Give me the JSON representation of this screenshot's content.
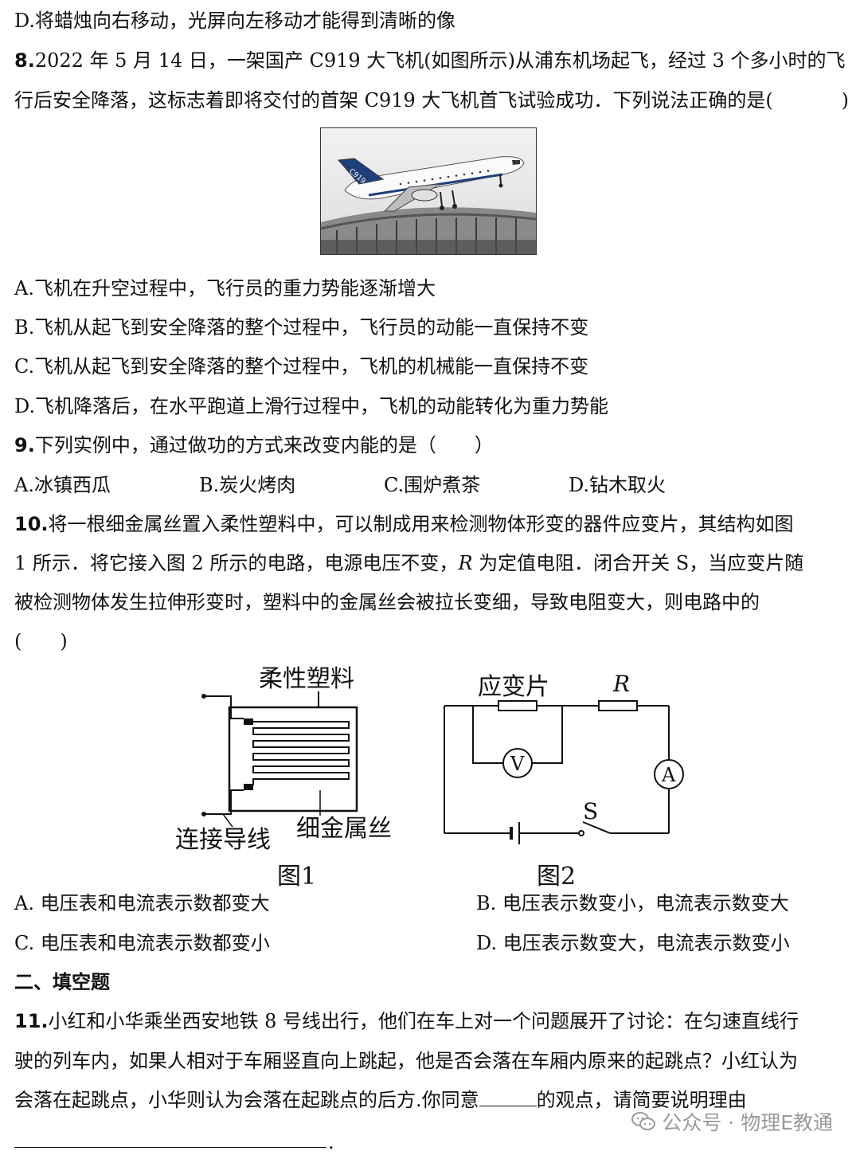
{
  "q7": {
    "option_d": "D.将蜡烛向右移动，光屏向左移动才能得到清晰的像"
  },
  "q8": {
    "number": "8.",
    "line1": "2022 年 5 月 14 日，一架国产 C919 大飞机(如图所示)从浦东机场起飞，经过 3 个多小时的飞",
    "line2_text": "行后安全降落，这标志着即将交付的首架 C919 大飞机首飞试验成功．下列说法正确的是(",
    "line2_end": ")",
    "photo_tail_text": "C919",
    "options": {
      "a": "A.飞机在升空过程中，飞行员的重力势能逐渐增大",
      "b": "B.飞机从起飞到安全降落的整个过程中，飞行员的动能一直保持不变",
      "c": "C.飞机从起飞到安全降落的整个过程中，飞机的机械能一直保持不变",
      "d": "D.飞机降落后，在水平跑道上滑行过程中，飞机的动能转化为重力势能"
    }
  },
  "q9": {
    "number": "9.",
    "stem": "下列实例中，通过做功的方式来改变内能的是（　　）",
    "options": {
      "a": "A.冰镇西瓜",
      "b": "B.炭火烤肉",
      "c": "C.围炉煮茶",
      "d": "D.钻木取火"
    }
  },
  "q10": {
    "number": "10.",
    "line1": "将一根细金属丝置入柔性塑料中，可以制成用来检测物体形变的器件应变片，其结构如图",
    "line2a": "1 所示．将它接入图 2 所示的电路，电源电压不变，",
    "line2_r": "R",
    "line2b": " 为定值电阻．闭合开关 S，当应变片随",
    "line3": "被检测物体发生拉伸形变时，塑料中的金属丝会被拉长变细，导致电阻变大，则电路中的",
    "line4": "(　　)",
    "fig1": {
      "label_plastic": "柔性塑料",
      "label_wire_conn": "连接导线",
      "label_fine_wire": "细金属丝",
      "caption": "图1"
    },
    "fig2": {
      "label_strain": "应变片",
      "label_r": "R",
      "voltmeter": "V",
      "ammeter": "A",
      "switch": "S",
      "caption": "图2"
    },
    "options": {
      "a": "A. 电压表和电流表示数都变大",
      "b": "B. 电压表示数变小，电流表示数变大",
      "c": "C. 电压表和电流表示数都变小",
      "d": "D. 电压表示数变大，电流表示数变小"
    }
  },
  "section2": {
    "title": "二、填空题"
  },
  "q11": {
    "number": "11.",
    "line1": "小红和小华乘坐西安地铁 8 号线出行，他们在车上对一个问题展开了讨论：在匀速直线行",
    "line2": "驶的列车内，如果人相对于车厢竖直向上跳起，他是否会落在车厢内原来的起跳点？小红认为",
    "line3a": "会落在起跳点，小华则认为会落在起跳点的后方.你同意",
    "line3b": "的观点，请简要说明理由",
    "line4_end": "."
  },
  "watermark": {
    "text": "公众号 · 物理E教通"
  }
}
